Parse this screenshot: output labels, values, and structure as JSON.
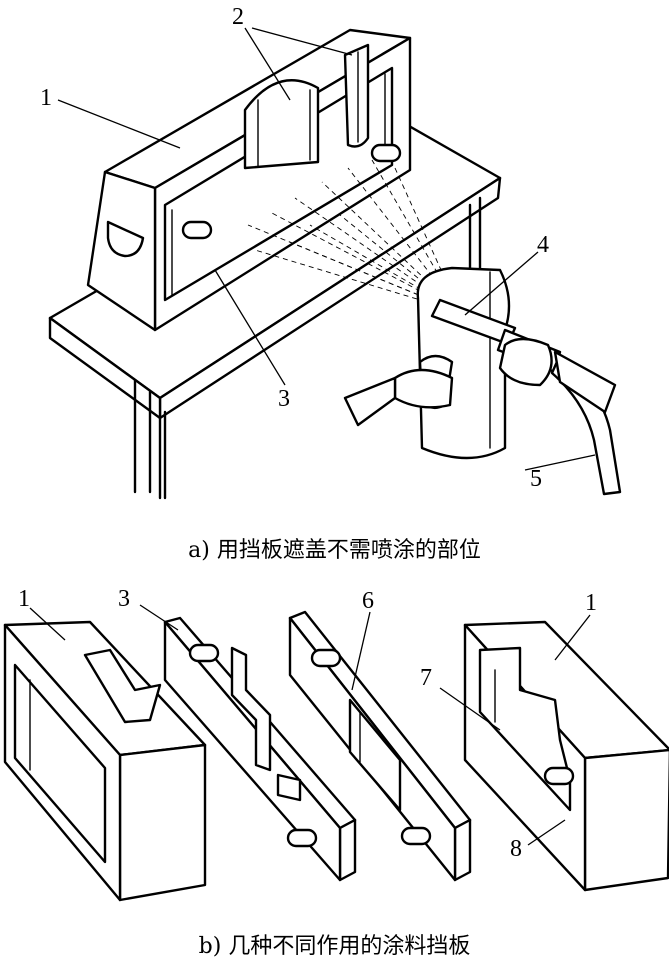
{
  "figure_a": {
    "caption": "a) 用挡板遮盖不需喷涂的部位",
    "labels": [
      "1",
      "2",
      "3",
      "4",
      "5"
    ]
  },
  "figure_b": {
    "caption": "b) 几种不同作用的涂料挡板",
    "labels": [
      "1",
      "3",
      "6",
      "1",
      "7",
      "8"
    ]
  }
}
